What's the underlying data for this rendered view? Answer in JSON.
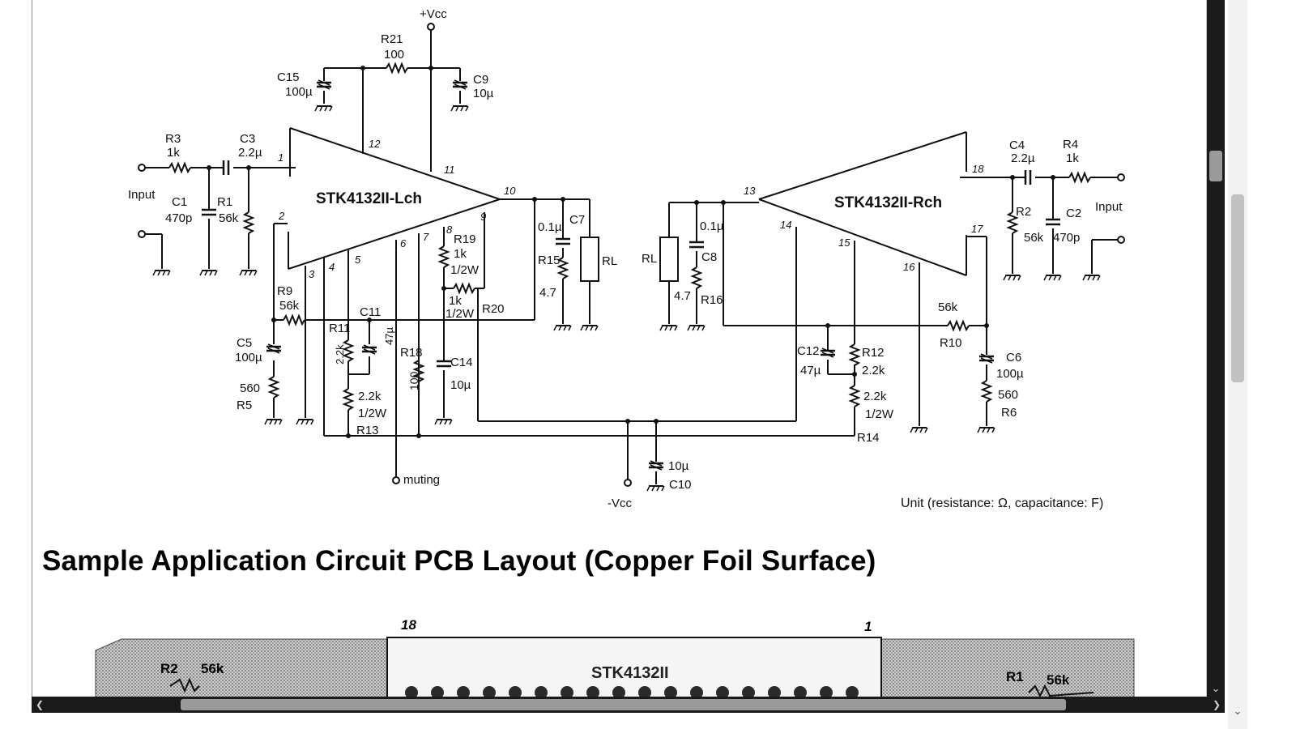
{
  "document": {
    "heading": "Sample Application Circuit PCB Layout (Copper Foil Surface)",
    "unit_note": "Unit (resistance: Ω, capacitance: F)"
  },
  "schematic": {
    "supply_pos": "+Vcc",
    "supply_neg": "-Vcc",
    "muting": "muting",
    "left_chip": "STK4132II-Lch",
    "right_chip": "STK4132II-Rch",
    "input_left": "Input",
    "input_right": "Input",
    "labels": {
      "R21": "R21",
      "R21v": "100",
      "C15": "C15",
      "C15v": "100µ",
      "C9": "C9",
      "C9v": "10µ",
      "R3": "R3",
      "R3v": "1k",
      "C3": "C3",
      "C3v": "2.2µ",
      "C1": "C1",
      "C1v": "470p",
      "R1": "R1",
      "R1v": "56k",
      "R9": "R9",
      "R9v": "56k",
      "C5": "C5",
      "C5v": "100µ",
      "R5": "R5",
      "R5v": "560",
      "R11": "R11",
      "R11v": "2.2k",
      "C11": "C11",
      "C11v": "47µ",
      "R13": "R13",
      "R13v": "2.2k",
      "R13w": "1/2W",
      "R18": "R18",
      "R18v": "100",
      "C14": "C14",
      "C14v": "10µ",
      "R19": "R19",
      "R19v": "1k",
      "R19w": "1/2W",
      "R20": "R20",
      "R20v": "1k",
      "R20w": "1/2W",
      "R15": "R15",
      "R15v": "4.7",
      "C7": "C7",
      "C7v": "0.1µ",
      "RL_left": "RL",
      "RL_right": "RL",
      "C8": "C8",
      "C8v": "0.1µ",
      "R16": "R16",
      "R16v": "4.7",
      "C12": "C12",
      "C12v": "47µ",
      "R12": "R12",
      "R12v": "2.2k",
      "R14": "R14",
      "R14v": "2.2k",
      "R14w": "1/2W",
      "R10": "R10",
      "R10v": "56k",
      "C6": "C6",
      "C6v": "100µ",
      "R6": "R6",
      "R6v": "560",
      "C4": "C4",
      "C4v": "2.2µ",
      "R4": "R4",
      "R4v": "1k",
      "R2": "R2",
      "R2v": "56k",
      "C2": "C2",
      "C2v": "470p",
      "C10": "C10",
      "C10v": "10µ"
    },
    "pins": {
      "p1": "1",
      "p2": "2",
      "p3": "3",
      "p4": "4",
      "p5": "5",
      "p6": "6",
      "p7": "7",
      "p8": "8",
      "p9": "9",
      "p10": "10",
      "p11": "11",
      "p12": "12",
      "p13": "13",
      "p14": "14",
      "p15": "15",
      "p16": "16",
      "p17": "17",
      "p18": "18"
    }
  },
  "pcb": {
    "chip": "STK4132II",
    "pin_left": "18",
    "pin_right": "1",
    "R2": "R2",
    "R2v": "56k",
    "R1": "R1",
    "R1v": "56k"
  },
  "colors": {
    "scrollbar_dark": "#1a1a1a",
    "scrollbar_thumb": "#9a9a9a",
    "window_scroll_bg": "#f1f1f1"
  }
}
